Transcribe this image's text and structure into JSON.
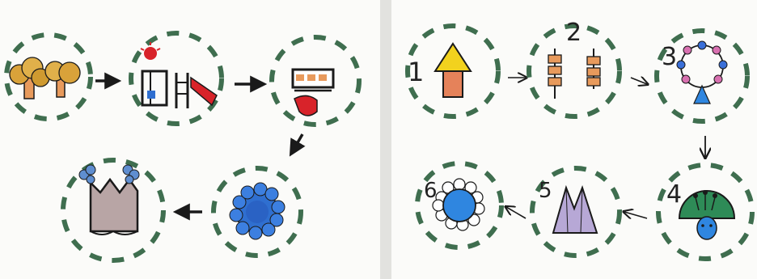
{
  "panels": [
    {
      "id": "left",
      "steps": [
        {
          "icon": "trees-icon"
        },
        {
          "icon": "playground-slide-icon"
        },
        {
          "icon": "bridge-icon"
        },
        {
          "icon": "blue-flower-icon"
        },
        {
          "icon": "castle-icon"
        }
      ]
    },
    {
      "id": "right",
      "steps": [
        {
          "number": "1",
          "icon": "arrow-up-icon"
        },
        {
          "number": "2",
          "icon": "totem-poles-icon"
        },
        {
          "number": "3",
          "icon": "necklace-icon"
        },
        {
          "number": "4",
          "icon": "peacock-icon"
        },
        {
          "number": "5",
          "icon": "mountain-icon"
        },
        {
          "number": "6",
          "icon": "blue-flower-icon"
        }
      ]
    }
  ],
  "colors": {
    "circle": "#3f6e4f",
    "ink": "#1a1a1a",
    "orange": "#e89a5c",
    "yellow": "#f2d21e",
    "red": "#d8232a",
    "blue": "#2f86e0",
    "green": "#2e8b57",
    "lavender": "#b7a8d6"
  }
}
